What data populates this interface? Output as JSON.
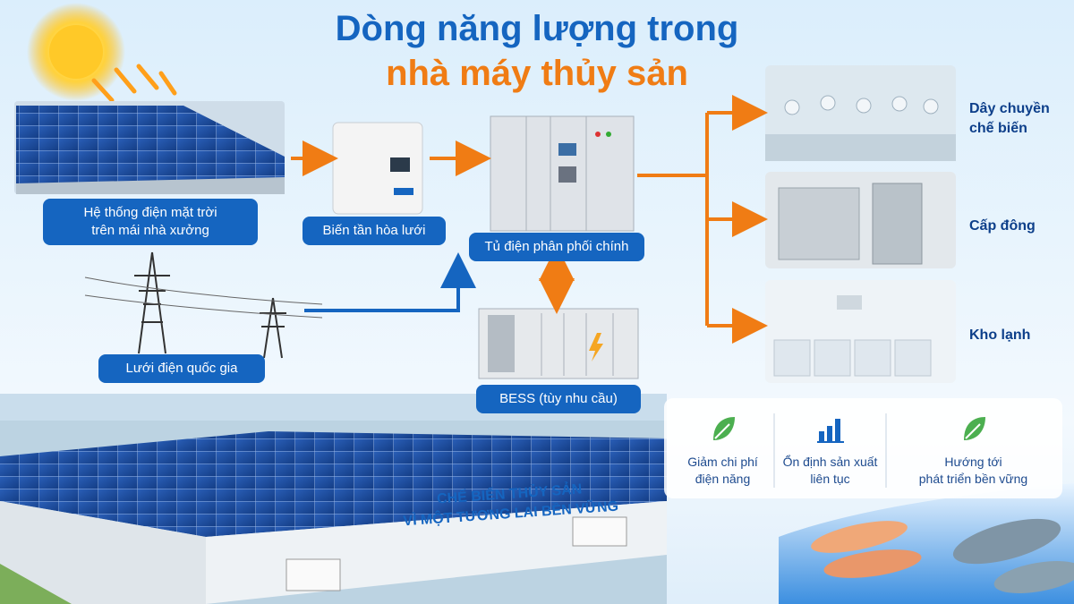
{
  "title": {
    "line1": "Dòng năng lượng trong",
    "line2": "nhà máy thủy sản"
  },
  "nodes": {
    "solar": "Hệ thống điện mặt trời\ntrên mái nhà xưởng",
    "inverter": "Biến tần hòa lưới",
    "main_panel": "Tủ điện phân phối chính",
    "grid": "Lưới điện quốc gia",
    "bess": "BESS (tùy nhu cầu)"
  },
  "outputs": [
    {
      "label": "Dây chuyền\nchế biến"
    },
    {
      "label": "Cấp đông"
    },
    {
      "label": "Kho lạnh"
    }
  ],
  "benefits": [
    {
      "text": "Giảm chi phí\nđiện năng",
      "icon": "leaf-icon"
    },
    {
      "text": "Ổn định sản xuất\nliên tục",
      "icon": "bar-chart-icon"
    },
    {
      "text": "Hướng tới\nphát triển bền vững",
      "icon": "leaf-icon"
    }
  ],
  "factory_sign": {
    "line1": "CHẾ BIẾN THỦY SẢN",
    "line2": "VÌ MỘT TƯƠNG LAI BỀN VỮNG"
  },
  "colors": {
    "blue": "#1565c0",
    "orange": "#f07c14",
    "green": "#4caf50"
  }
}
